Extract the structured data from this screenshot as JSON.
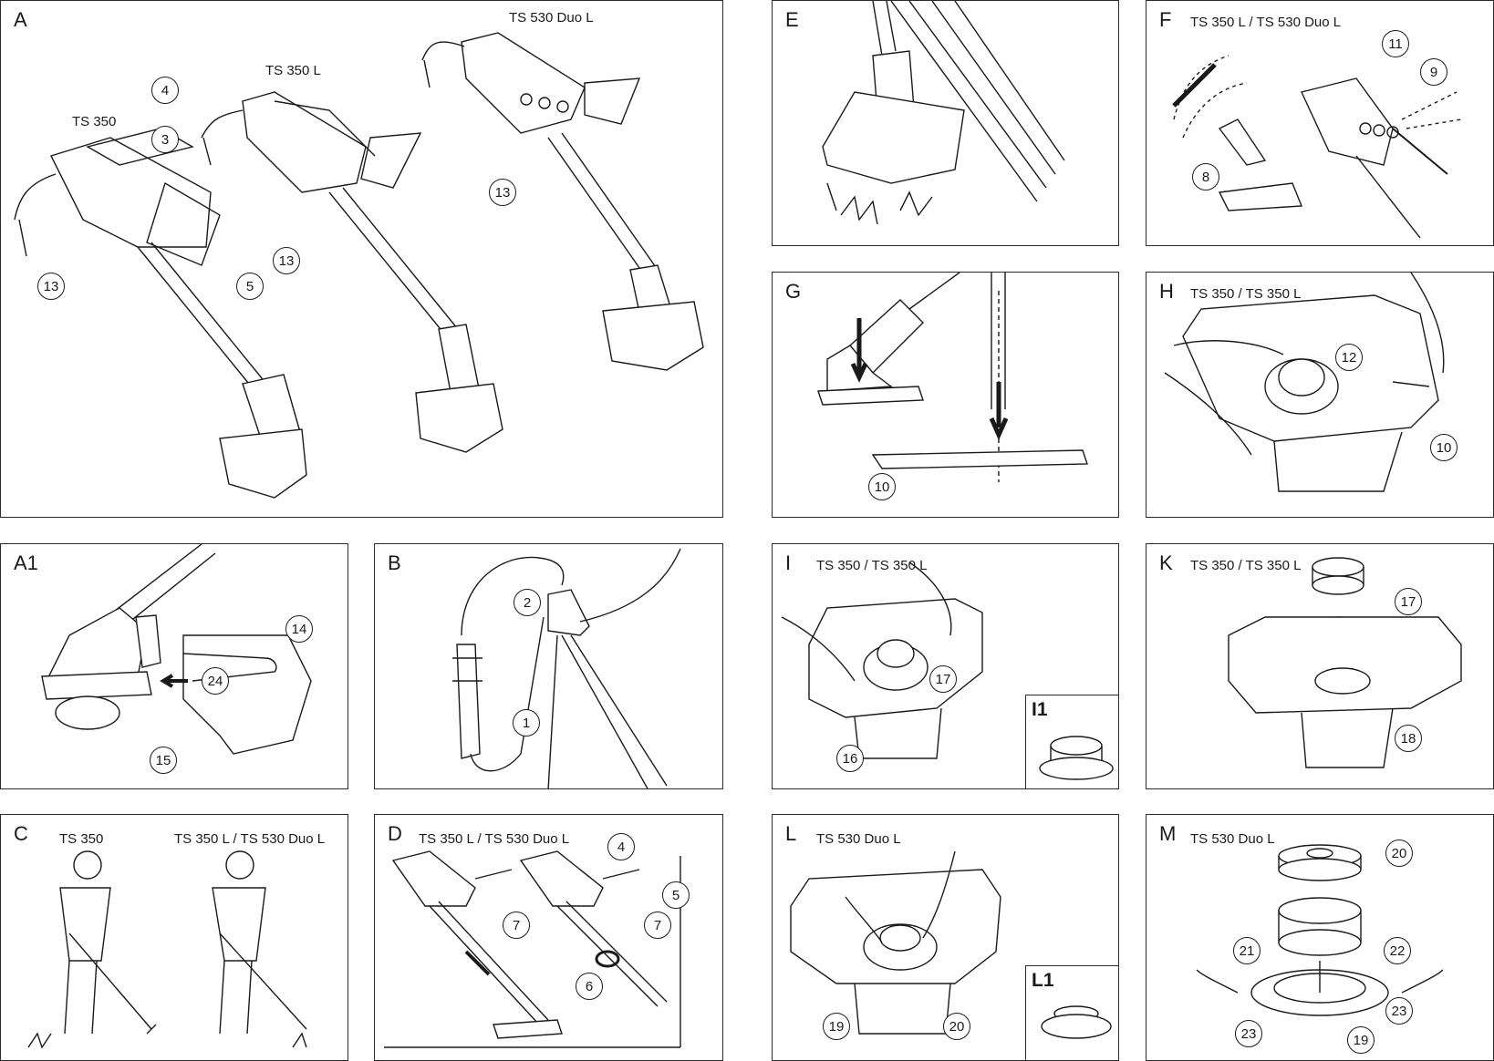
{
  "panels": {
    "A": {
      "letter": "A",
      "labels": [
        "TS 350",
        "TS 350 L",
        "TS 530 Duo L"
      ],
      "callouts": [
        "4",
        "3",
        "13",
        "5",
        "13",
        "13"
      ]
    },
    "E": {
      "letter": "E"
    },
    "F": {
      "letter": "F",
      "label": "TS 350 L / TS 530 Duo L",
      "callouts": [
        "11",
        "9",
        "8"
      ]
    },
    "G": {
      "letter": "G",
      "callouts": [
        "10"
      ]
    },
    "H": {
      "letter": "H",
      "label": "TS 350 / TS 350 L",
      "callouts": [
        "12",
        "10"
      ]
    },
    "A1": {
      "letter": "A1",
      "callouts": [
        "14",
        "24",
        "15"
      ]
    },
    "B": {
      "letter": "B",
      "callouts": [
        "2",
        "1"
      ]
    },
    "I": {
      "letter": "I",
      "label": "TS 350 / TS 350 L",
      "inset": "I1",
      "callouts": [
        "17",
        "16"
      ]
    },
    "K": {
      "letter": "K",
      "label": "TS 350 / TS 350 L",
      "callouts": [
        "17",
        "18"
      ]
    },
    "C": {
      "letter": "C",
      "labels": [
        "TS 350",
        "TS 350 L / TS 530 Duo L"
      ]
    },
    "D": {
      "letter": "D",
      "label": "TS 350 L / TS 530 Duo L",
      "callouts": [
        "4",
        "5",
        "7",
        "7",
        "6"
      ]
    },
    "L": {
      "letter": "L",
      "label": "TS 530 Duo L",
      "inset": "L1",
      "callouts": [
        "19",
        "20"
      ]
    },
    "M": {
      "letter": "M",
      "label": "TS 530 Duo L",
      "callouts": [
        "20",
        "21",
        "22",
        "23",
        "23",
        "19"
      ]
    }
  }
}
